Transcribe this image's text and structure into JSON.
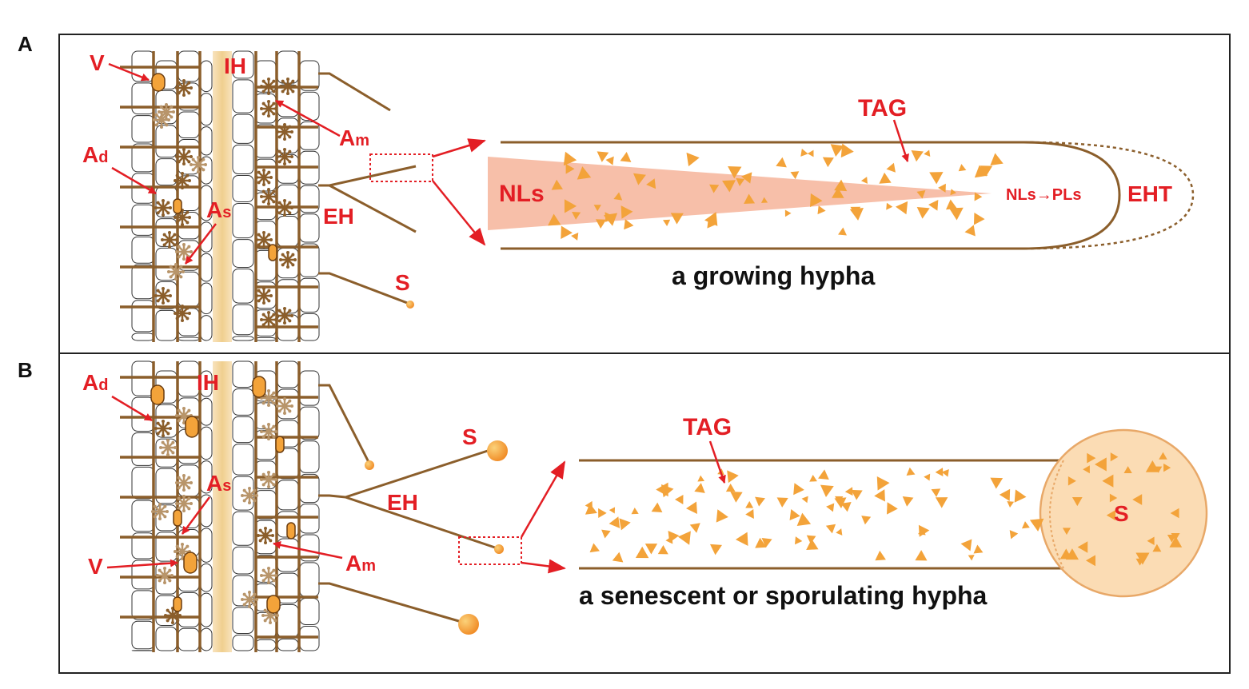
{
  "panels": {
    "a": {
      "letter": "A",
      "labels": {
        "v": "V",
        "ih": "IH",
        "ad_main": "A",
        "ad_sub": "d",
        "am_main": "A",
        "am_sub": "m",
        "as_main": "A",
        "as_sub": "s",
        "eh": "EH",
        "s": "S"
      },
      "zoom": {
        "tag": "TAG",
        "nls": "NLs",
        "conversion": "NLs→PLs",
        "eht": "EHT",
        "caption": "a growing hypha"
      }
    },
    "b": {
      "letter": "B",
      "labels": {
        "ad_main": "A",
        "ad_sub": "d",
        "ih": "IH",
        "as_main": "A",
        "as_sub": "s",
        "v": "V",
        "am_main": "A",
        "am_sub": "m",
        "eh": "EH",
        "s": "S"
      },
      "zoom": {
        "tag": "TAG",
        "spore": "S",
        "caption": "a senescent or sporulating hypha"
      }
    }
  },
  "colors": {
    "hypha": "#8b5e2b",
    "lipid": "#f3a33a",
    "arrow": "#e31e24",
    "nls_gradient": "#f6b49a",
    "spore_fill": "#fbdcb4",
    "vein": "#f6ddb0"
  }
}
